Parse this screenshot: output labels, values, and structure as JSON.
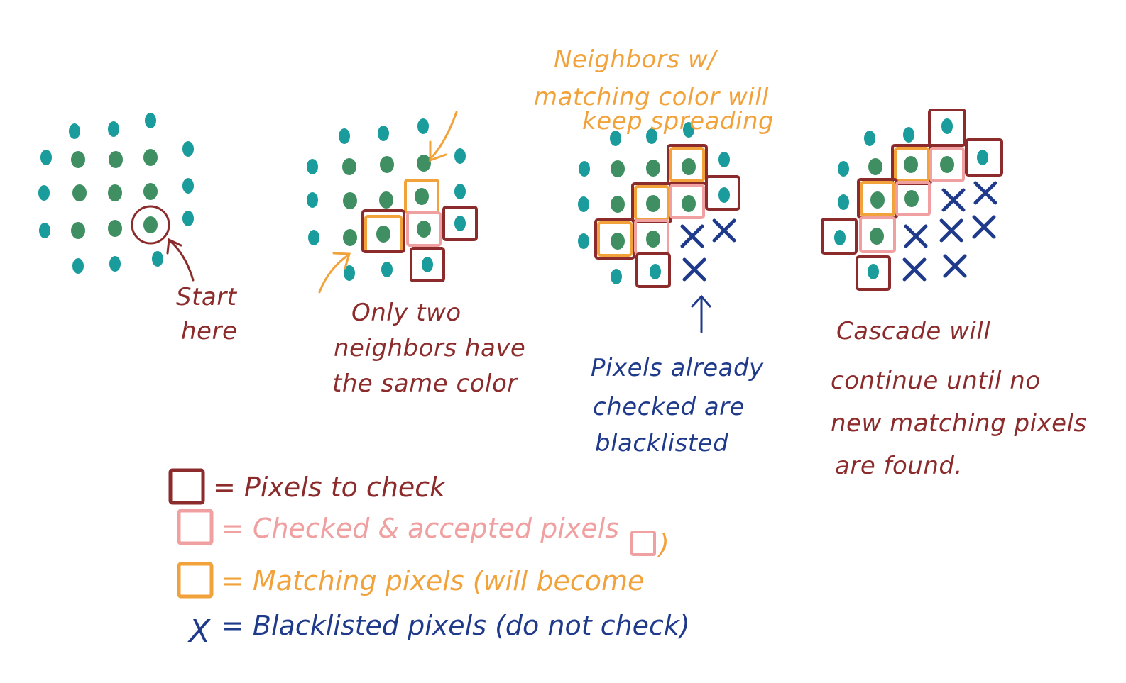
{
  "colors": {
    "teal": "#1a9c9c",
    "green": "#3f8f62",
    "maroon": "#8c2b2b",
    "pink": "#f0a0a0",
    "orange": "#f2a23a",
    "navy": "#1f3a8a"
  },
  "panel1": {
    "annotation": [
      "Start",
      "here"
    ]
  },
  "panel2": {
    "annotation": [
      "Only two",
      "neighbors have",
      "the same color"
    ]
  },
  "panel3": {
    "top_note": [
      "Neighbors w/",
      "matching color will",
      "keep spreading"
    ],
    "annotation": [
      "Pixels already",
      "checked are",
      "blacklisted"
    ]
  },
  "panel4": {
    "annotation": [
      "Cascade will",
      "continue until no",
      "new matching pixels",
      "are found."
    ]
  },
  "legend": [
    {
      "marker": "maroon-box",
      "text": "= Pixels to check"
    },
    {
      "marker": "pink-box",
      "text": "= Checked & accepted pixels"
    },
    {
      "marker": "orange-box",
      "text": "= Matching pixels (will become",
      "suffix": ")"
    },
    {
      "marker": "navy-x",
      "symbol": "X",
      "text": "= Blacklisted pixels (do not check)"
    }
  ]
}
